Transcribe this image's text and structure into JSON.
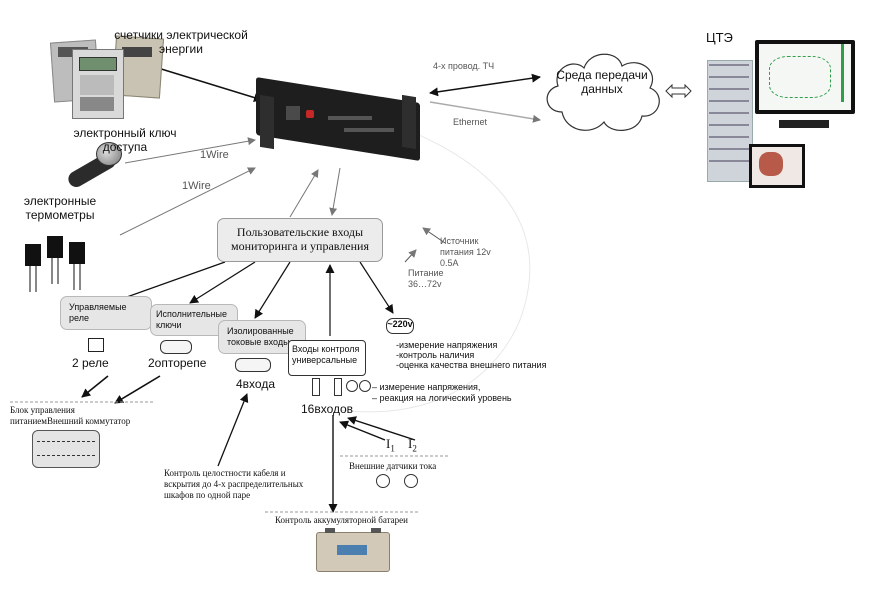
{
  "labels": {
    "meters": "счетчики электрической энергии",
    "key": "электронный ключ доступа",
    "thermometers": "электронные термометры",
    "iwire1": "1Wire",
    "iwire2": "1Wire",
    "four_wire": "4-х провод. ТЧ",
    "ethernet": "Ethernet",
    "network": "Среда передачи данных",
    "cte": "ЦТЭ",
    "user_inputs": "Пользовательские входы мониторинга и управления",
    "power_source": "Источник питания 12v 0.5A",
    "power_range": "Питание 36…72v",
    "relay_box": "Управляемые реле",
    "exec_keys": "Исполнительные ключи",
    "isolated_inputs": "Изолированные токовые входы",
    "universal_inputs": "Входы контроля универсальные",
    "v220": "~220v",
    "v220_notes": [
      "-измерение напряжения",
      "-контроль наличия",
      "-оценка качества внешнего питания"
    ],
    "relay2": "2 реле",
    "optorelay": "2опторепе",
    "inputs4": "4входа",
    "inputs16": "16входов",
    "measure_notes": [
      "– измерение напряжения,",
      "– реакция на логический уровень"
    ],
    "power_block": "Блок управления питаниемВнешний коммутатор",
    "current_i1": "I",
    "current_i1_sub": "1",
    "current_i2": "I",
    "current_i2_sub": "2",
    "current_sensors": "Внешние датчики тока",
    "cable_control": "Контроль целостности кабеля и вскрытия до 4-х распределительных шкафов по одной паре",
    "battery": "Контроль аккумуляторной батареи"
  },
  "colors": {
    "arrow": "#111111",
    "thin_arrow": "#666666",
    "box_fill": "#ececec",
    "box_border": "#9a9a9a",
    "device": "#1e1e1e",
    "screen_green": "#2e9e4a"
  }
}
